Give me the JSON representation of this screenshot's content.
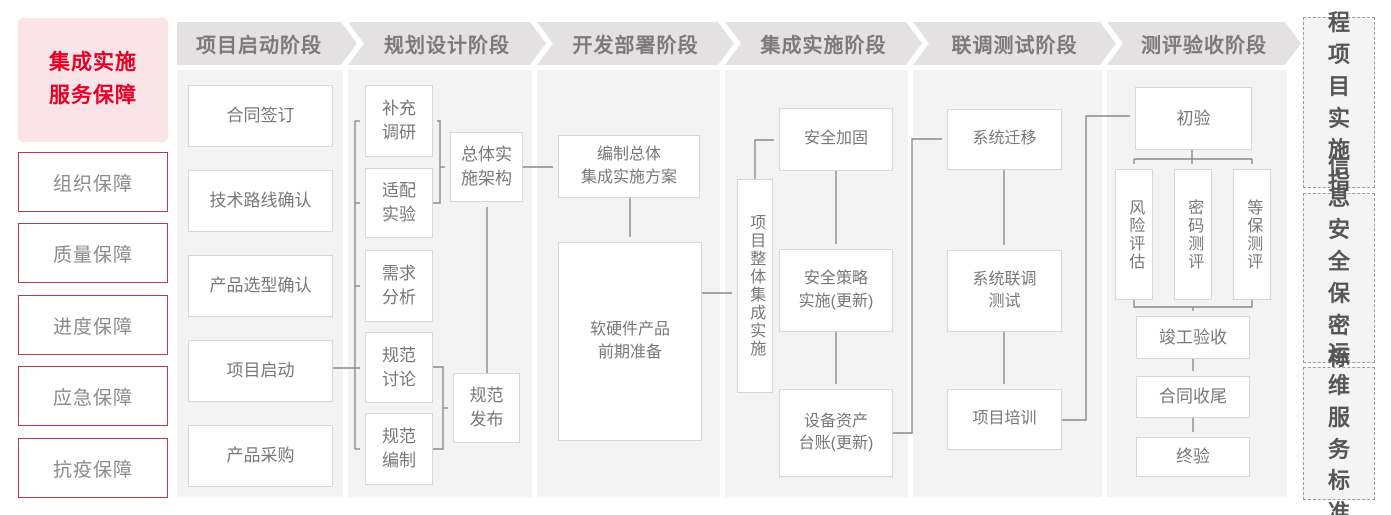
{
  "sidebar_left": {
    "title": "集成实施\n服务保障",
    "items": [
      "组织保障",
      "质量保障",
      "进度保障",
      "应急保障",
      "抗疫保障"
    ]
  },
  "phases": [
    "项目启动阶段",
    "规划设计阶段",
    "开发部署阶段",
    "集成实施阶段",
    "联调测试阶段",
    "测评验收阶段"
  ],
  "nodes": {
    "contract_sign": "合同签订",
    "tech_route": "技术路线确认",
    "product_selection": "产品选型确认",
    "project_kickoff": "项目启动",
    "product_procurement": "产品采购",
    "supplementary_research": "补充\n调研",
    "adaptation_test": "适配\n实验",
    "requirement_analysis": "需求\n分析",
    "spec_discussion": "规范\n讨论",
    "spec_drafting": "规范\n编制",
    "overall_architecture": "总体实\n施架构",
    "spec_release": "规范\n发布",
    "overall_plan": "编制总体\n集成实施方案",
    "product_preparation": "软硬件产品\n前期准备",
    "overall_integration": "项目整体集成实施",
    "security_hardening": "安全加固",
    "security_policy": "安全策略\n实施(更新)",
    "asset_ledger": "设备资产\n台账(更新)",
    "system_migration": "系统迁移",
    "joint_testing": "系统联调\n测试",
    "project_training": "项目培训",
    "initial_acceptance": "初验",
    "risk_assessment": "风险评估",
    "crypto_evaluation": "密码测评",
    "classified_evaluation": "等保测评",
    "completion_acceptance": "竣工验收",
    "contract_closure": "合同收尾",
    "final_acceptance": "终验"
  },
  "sidebar_right": {
    "items": [
      "工程\n项目\n实施\n指引",
      "信息\n安全\n保密\n标准",
      "运维\n服务\n标准"
    ]
  },
  "colors": {
    "red_text": "#e60026",
    "pink_bg": "#fbe4e8",
    "red_border": "#c2354b",
    "header_bg": "#e3e1e1",
    "header_text": "#7c7979",
    "panel_bg": "#f4f3f3",
    "box_border": "#d8d6d6",
    "box_text": "#787878",
    "line": "#8a8a8a",
    "dash_border": "#9c9c9c",
    "dash_bg": "#f4f4f4",
    "dash_text": "#565656",
    "left_item_text": "#8b8b8b"
  }
}
